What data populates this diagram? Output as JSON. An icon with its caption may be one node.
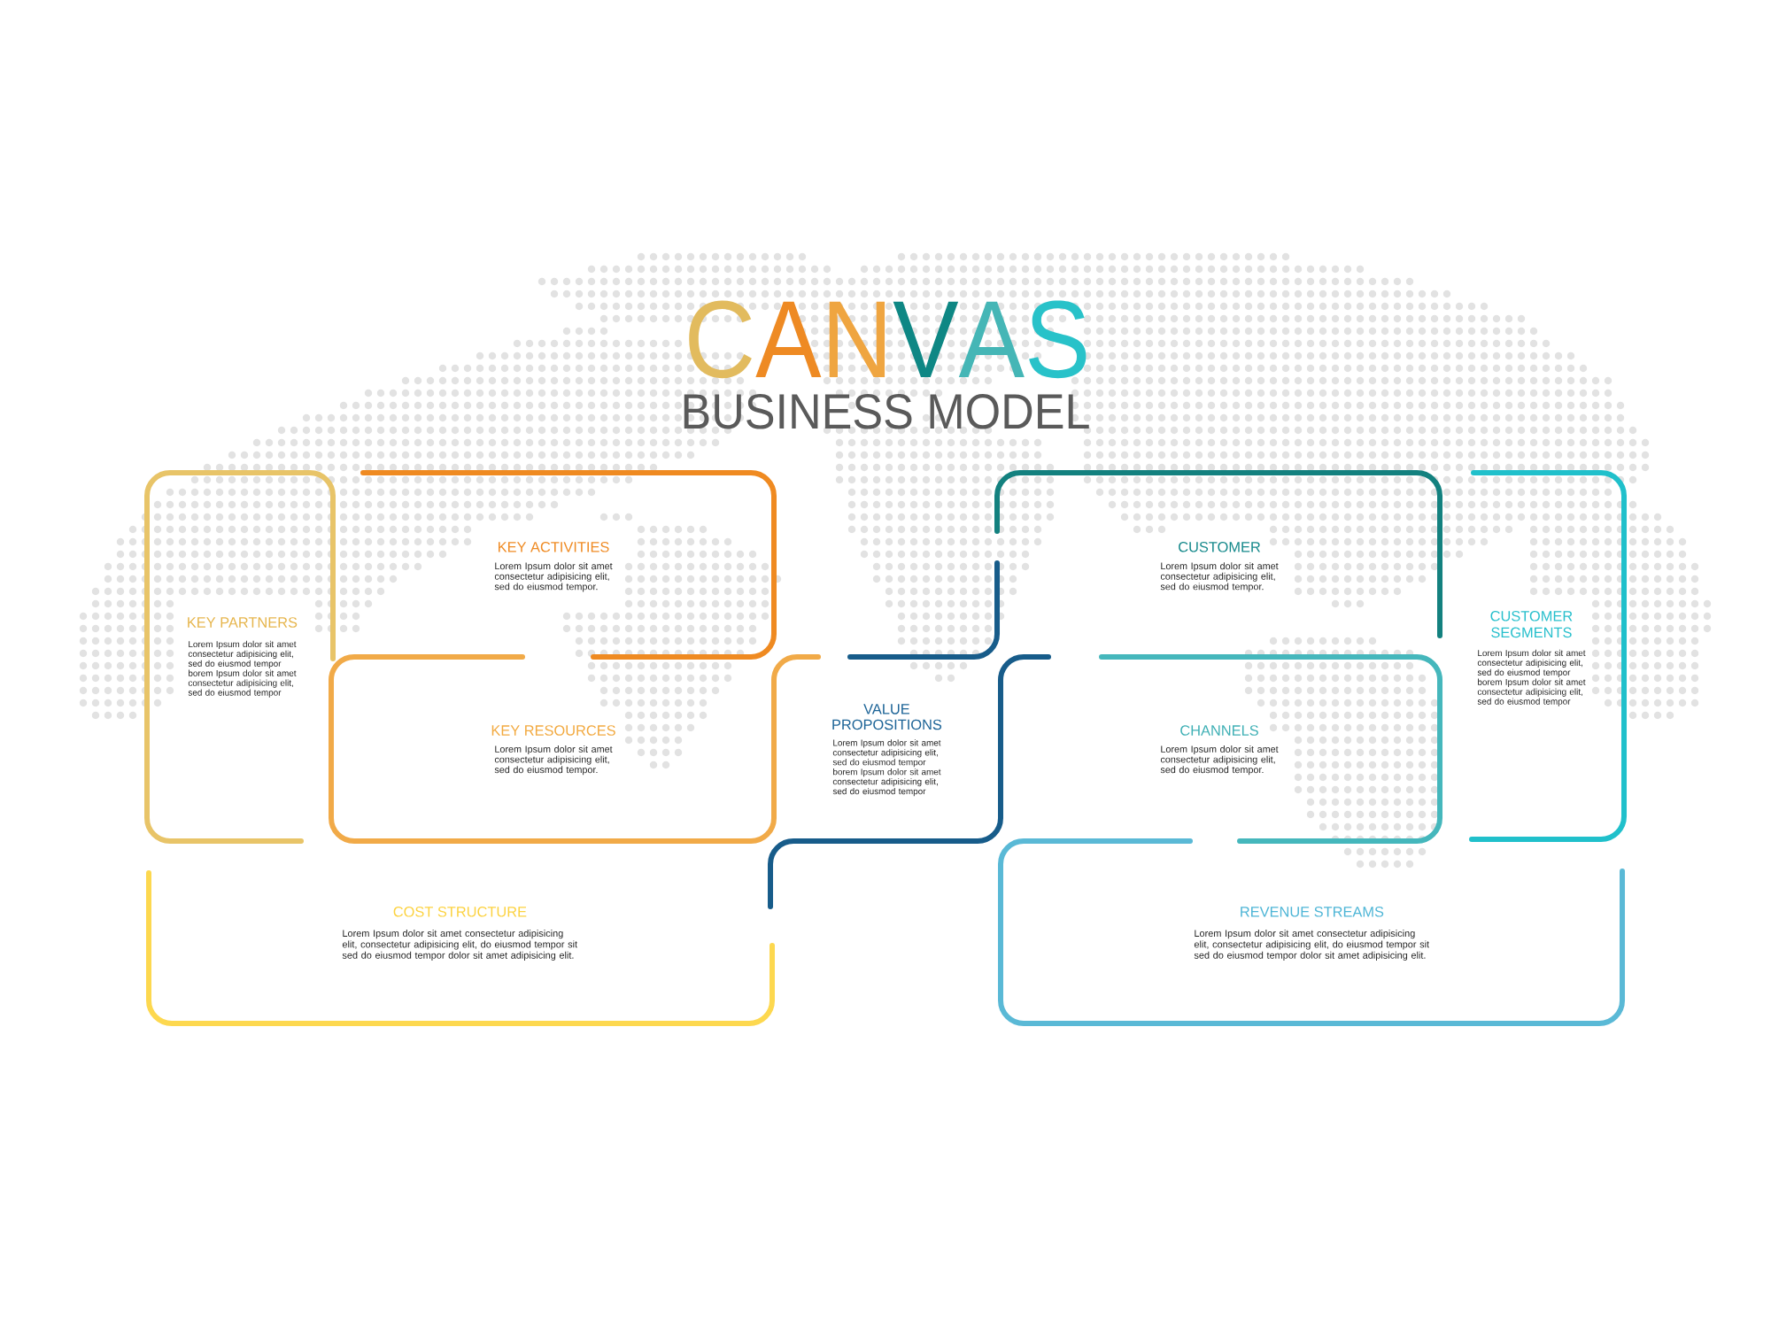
{
  "diagram": {
    "title": "CANVAS",
    "nodes": [
      {
        "text": [
          "KEY PARTNERS",
          "Lorem Ipsum dolor sit amet consectetur adipisicing elit, sed do eiusmod tempor borem Ipsum dolor sit amet consectetur adipisicing elit, sed do eiusmod tempor"
        ]
      },
      {
        "text": [
          "KEY ACTIVITIES",
          "Lorem Ipsum dolor sit amet consectetur adipisicing elit, sed do eiusmod tempor."
        ]
      },
      {
        "text": [
          "KEY RESOURCES",
          "Lorem Ipsum dolor sit amet consectetur adipisicing elit, sed do eiusmod tempor."
        ]
      },
      {
        "text": [
          "VALUE PROPOSITIONS",
          "Lorem Ipsum dolor sit amet consectetur adipisicing elit, sed do eiusmod tempor borem Ipsum dolor sit amet consectetur adipisicing elit, sed do eiusmod tempor"
        ]
      },
      {
        "text": [
          "CUSTOMER",
          "Lorem Ipsum dolor sit amet consectetur adipisicing elit, sed do eiusmod tempor."
        ]
      },
      {
        "text": [
          "CHANNELS",
          "Lorem Ipsum dolor sit amet consectetur adipisicing elit, sed do eiusmod tempor."
        ]
      },
      {
        "text": [
          "CUSTOMER SEGMENTS",
          "Lorem Ipsum dolor sit amet consectetur adipisicing elit, sed do eiusmod tempor borem Ipsum dolor sit amet consectetur adipisicing elit, sed do eiusmod tempor"
        ]
      },
      {
        "text": [
          "COST STRUCTURE",
          "Lorem Ipsum dolor sit amet consectetur adipisicing elit, consectetur adipisicing elit, do eiusmod tempor sit sed do eiusmod tempor dolor sit amet adipisicing elit."
        ]
      },
      {
        "text": [
          "REVENUE STREAMS",
          "Lorem Ipsum dolor sit amet consectetur adipisicing elit, consectetur adipisicing elit, do eiusmod tempor sit sed do eiusmod tempor dolor sit amet adipisicing elit."
        ]
      }
    ],
    "labels": [
      "BUSINESS MODEL"
    ]
  }
}
